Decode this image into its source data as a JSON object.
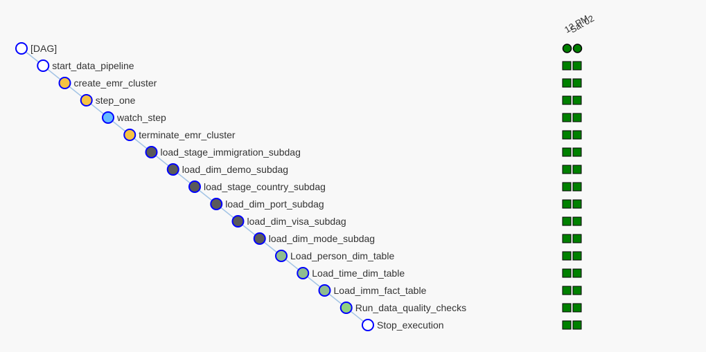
{
  "run_header": {
    "time_label": "12 PM",
    "date_label": "Sat 02"
  },
  "colors": {
    "edge": "#a3c4e5",
    "node_border": "#0000ff",
    "success": "#008000",
    "no_status": "#ffffff",
    "up_for_retry": "#f6c342",
    "running": "#66bbff",
    "subdag": "#5a5a5a",
    "custom_operator": "#8fbc8f",
    "check_operator": "#90d080"
  },
  "runs": [
    "success",
    "success"
  ],
  "tasks": [
    {
      "label": "[DAG]",
      "fill": "no_status",
      "instances": [
        "success",
        "success"
      ]
    },
    {
      "label": "start_data_pipeline",
      "fill": "no_status",
      "instances": [
        "success",
        "success"
      ]
    },
    {
      "label": "create_emr_cluster",
      "fill": "up_for_retry",
      "instances": [
        "success",
        "success"
      ]
    },
    {
      "label": "step_one",
      "fill": "up_for_retry",
      "instances": [
        "success",
        "success"
      ]
    },
    {
      "label": "watch_step",
      "fill": "running",
      "instances": [
        "success",
        "success"
      ]
    },
    {
      "label": "terminate_emr_cluster",
      "fill": "up_for_retry",
      "instances": [
        "success",
        "success"
      ]
    },
    {
      "label": "load_stage_immigration_subdag",
      "fill": "subdag",
      "instances": [
        "success",
        "success"
      ]
    },
    {
      "label": "load_dim_demo_subdag",
      "fill": "subdag",
      "instances": [
        "success",
        "success"
      ]
    },
    {
      "label": "load_stage_country_subdag",
      "fill": "subdag",
      "instances": [
        "success",
        "success"
      ]
    },
    {
      "label": "load_dim_port_subdag",
      "fill": "subdag",
      "instances": [
        "success",
        "success"
      ]
    },
    {
      "label": "load_dim_visa_subdag",
      "fill": "subdag",
      "instances": [
        "success",
        "success"
      ]
    },
    {
      "label": "load_dim_mode_subdag",
      "fill": "subdag",
      "instances": [
        "success",
        "success"
      ]
    },
    {
      "label": "Load_person_dim_table",
      "fill": "custom_operator",
      "instances": [
        "success",
        "success"
      ]
    },
    {
      "label": "Load_time_dim_table",
      "fill": "custom_operator",
      "instances": [
        "success",
        "success"
      ]
    },
    {
      "label": "Load_imm_fact_table",
      "fill": "custom_operator",
      "instances": [
        "success",
        "success"
      ]
    },
    {
      "label": "Run_data_quality_checks",
      "fill": "check_operator",
      "instances": [
        "success",
        "success"
      ]
    },
    {
      "label": "Stop_execution",
      "fill": "no_status",
      "instances": [
        "success",
        "success"
      ]
    }
  ]
}
